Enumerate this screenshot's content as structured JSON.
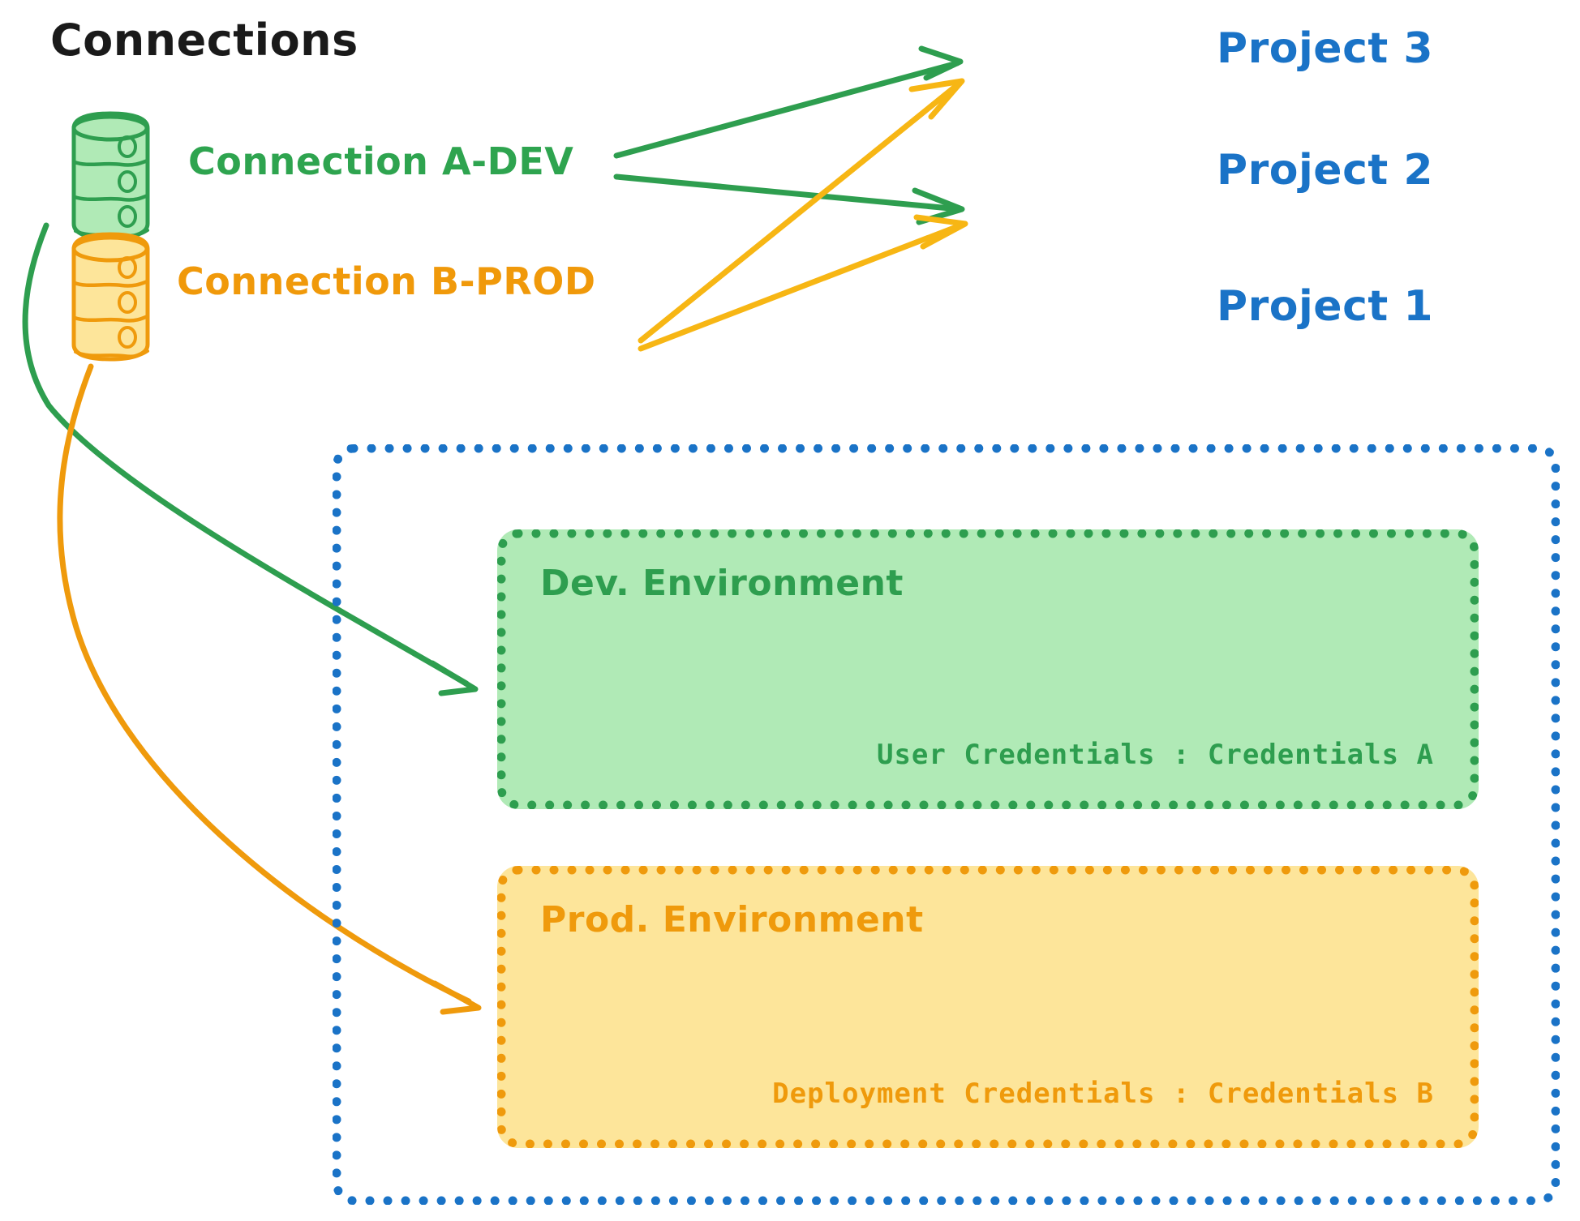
{
  "diagram": {
    "title": "Connections",
    "colors": {
      "green": "#2e9e4f",
      "green_fill": "#b0eab6",
      "orange": "#ef9a0c",
      "orange_fill": "#fde59a",
      "blue": "#1a73c7",
      "black": "#1a1a1a"
    }
  },
  "connections": [
    {
      "id": "connection-a-dev",
      "label": "Connection A-DEV",
      "color": "#2e9e4f",
      "icon": "database-icon"
    },
    {
      "id": "connection-b-prod",
      "label": "Connection B-PROD",
      "color": "#ef9a0c",
      "icon": "database-icon"
    }
  ],
  "projects": [
    {
      "id": "project-3",
      "label": "Project 3"
    },
    {
      "id": "project-2",
      "label": "Project 2"
    },
    {
      "id": "project-1",
      "label": "Project 1"
    }
  ],
  "project1": {
    "label": "Project 1",
    "environments": [
      {
        "id": "dev-environment",
        "title": "Dev. Environment",
        "credentials_label": "User Credentials : Credentials A",
        "color": "#2e9e4f"
      },
      {
        "id": "prod-environment",
        "title": "Prod. Environment",
        "credentials_label": "Deployment Credentials : Credentials B",
        "color": "#ef9a0c"
      }
    ]
  },
  "edges": [
    {
      "from": "connection-a-dev",
      "to": "project-3",
      "color": "#2e9e4f"
    },
    {
      "from": "connection-a-dev",
      "to": "project-2",
      "color": "#2e9e4f"
    },
    {
      "from": "connection-a-dev",
      "to": "dev-environment",
      "color": "#2e9e4f"
    },
    {
      "from": "connection-b-prod",
      "to": "project-3",
      "color": "#ef9a0c"
    },
    {
      "from": "connection-b-prod",
      "to": "project-2",
      "color": "#ef9a0c"
    },
    {
      "from": "connection-b-prod",
      "to": "prod-environment",
      "color": "#ef9a0c"
    }
  ]
}
